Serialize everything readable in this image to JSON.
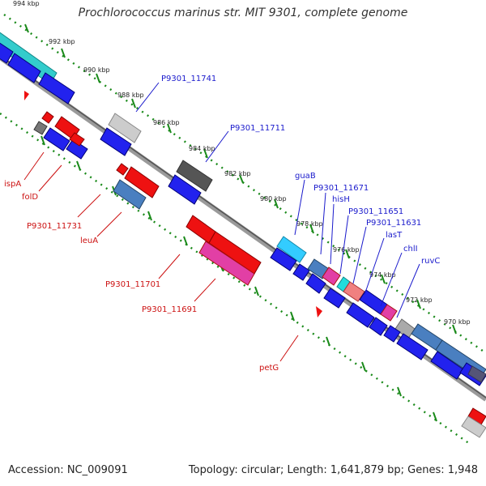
{
  "title": "Prochlorococcus marinus str. MIT 9301, complete genome",
  "footer": {
    "accession": "Accession: NC_009091",
    "topology": "Topology: circular; Length: 1,641,879 bp; Genes: 1,948"
  },
  "colors": {
    "backbone": "#777777",
    "forward_gene": "#1111dd",
    "reverse_gene": "#ee1111",
    "tick": "#1a8a1a",
    "label_forward": "#1a1acc",
    "label_reverse": "#cc1111"
  },
  "scale_labels": [
    "994 kbp",
    "992 kbp",
    "990 kbp",
    "988 kbp",
    "986 kbp",
    "984 kbp",
    "982 kbp",
    "980 kbp",
    "978 kbp",
    "976 kbp",
    "974 kbp",
    "972 kbp",
    "970 kbp"
  ],
  "forward_labels": [
    "P9301_11741",
    "P9301_11711",
    "guaB",
    "P9301_11671",
    "hisH",
    "P9301_11651",
    "P9301_11631",
    "lasT",
    "chlI",
    "ruvC"
  ],
  "reverse_labels": [
    "ispA",
    "folD",
    "P9301_11731",
    "leuA",
    "P9301_11701",
    "P9301_11691",
    "petG"
  ]
}
